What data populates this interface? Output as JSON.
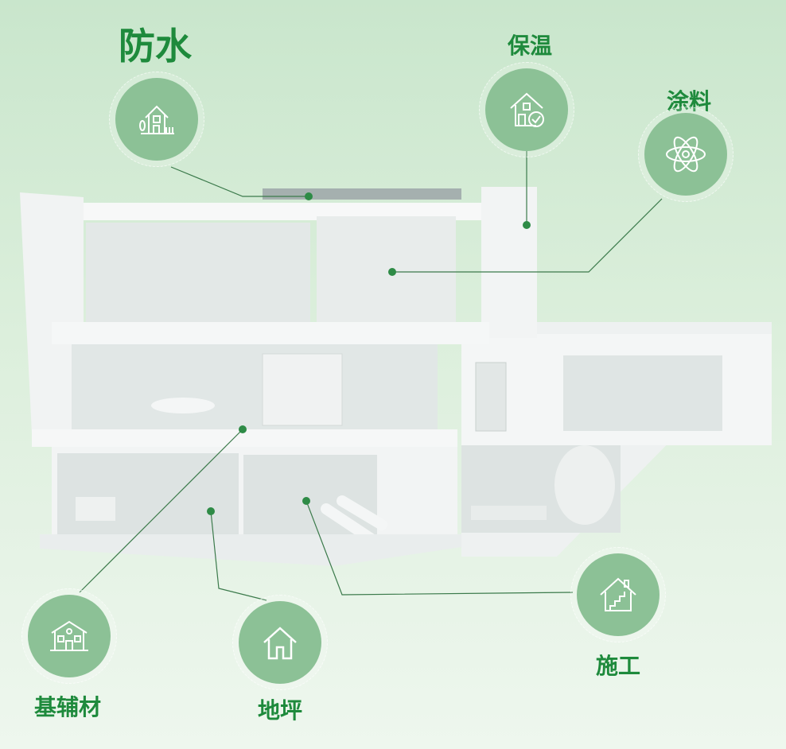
{
  "categories": [
    {
      "id": "waterproof",
      "label": "防水",
      "icon": "house-fence-icon"
    },
    {
      "id": "insulation",
      "label": "保温",
      "icon": "house-check-icon"
    },
    {
      "id": "coating",
      "label": "涂料",
      "icon": "atom-icon"
    },
    {
      "id": "auxiliary",
      "label": "基辅材",
      "icon": "building-icon"
    },
    {
      "id": "flooring",
      "label": "地坪",
      "icon": "home-outline-icon"
    },
    {
      "id": "construction",
      "label": "施工",
      "icon": "house-stairs-icon"
    }
  ],
  "colors": {
    "accent": "#1e8a3c",
    "circle": "#8cc196",
    "dot": "#2e8b46"
  }
}
